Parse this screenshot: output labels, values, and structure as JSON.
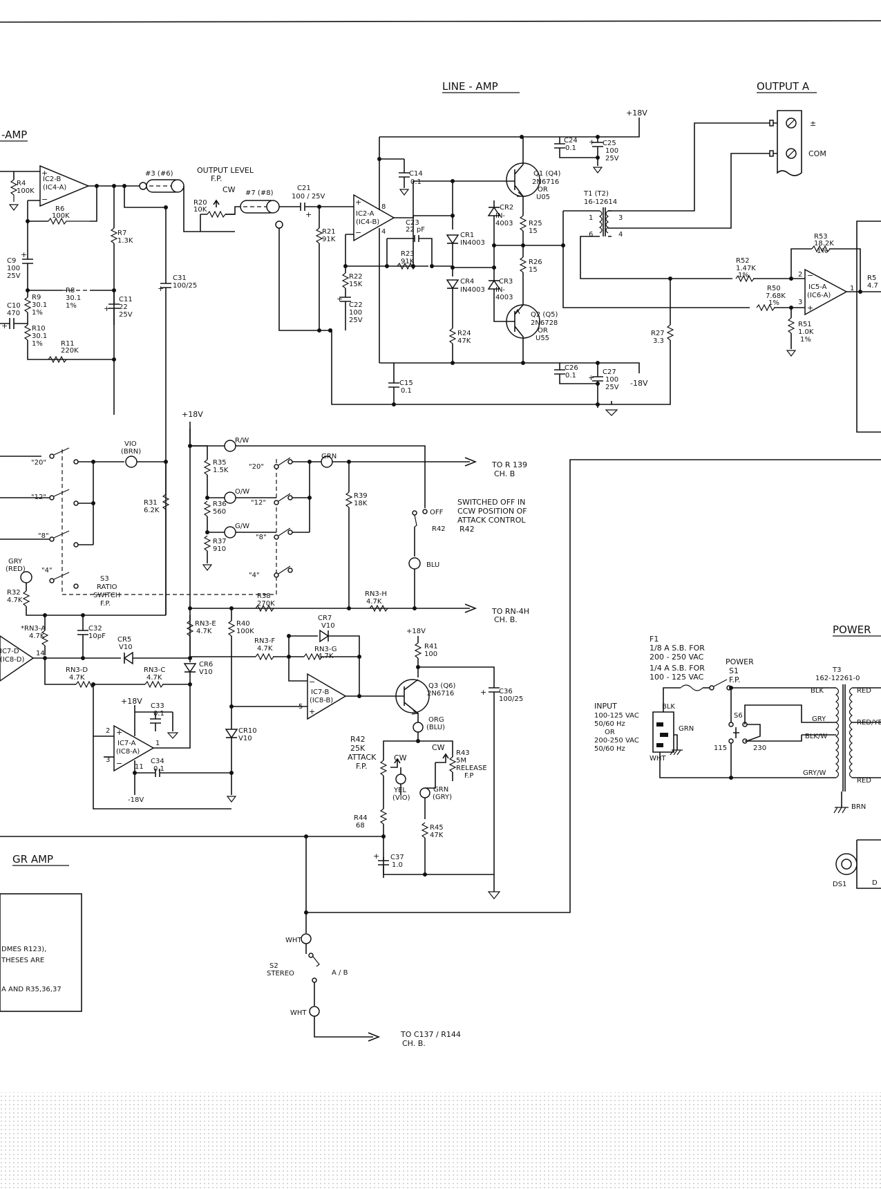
{
  "sections": {
    "pre_amp": "-AMP",
    "line_amp": "LINE - AMP",
    "output_a": "OUTPUT A",
    "gr_amp": "GR AMP",
    "power": "POWER"
  },
  "terminals": {
    "plus": "±",
    "com": "COM"
  },
  "notes": {
    "output_level": "OUTPUT LEVEL",
    "fp": "F.P.",
    "cw": "CW",
    "switched_off_1": "SWITCHED OFF IN",
    "switched_off_2": "CCW POSITION OF",
    "switched_off_3": "ATTACK CONTROL",
    "switched_off_4": "R42",
    "to_r139": "TO R 139",
    "ch_b": "CH. B",
    "to_rn4h": "TO RN-4H",
    "ch_b2": "CH. B.",
    "to_c137": "TO C137 / R144",
    "ch_b3": "CH. B.",
    "ratio_switch_1": "S3",
    "ratio_switch_2": "RATIO",
    "ratio_switch_3": "SWITCH",
    "ratio_switch_4": "F.P.",
    "stereo_1": "S2",
    "stereo_2": "STEREO",
    "ab": "A / B",
    "off": "OFF",
    "fuse_1": "F1",
    "fuse_2": "1/8 A  S.B. FOR",
    "fuse_3": "200 - 250 VAC",
    "fuse_4": "1/4 A  S.B. FOR",
    "fuse_5": "100 - 125 VAC",
    "power_sw_1": "POWER",
    "power_sw_2": "S1",
    "power_sw_3": "F.P.",
    "input_1": "INPUT",
    "input_2": "100-125 VAC",
    "input_3": "50/60 Hz",
    "input_4": "OR",
    "input_5": "200-250 VAC",
    "input_6": "50/60 Hz",
    "note_box_1": "DMES R123),",
    "note_box_2": "THESES ARE",
    "note_box_3": "A  AND  R35,36,37"
  },
  "rails": {
    "p18": "+18V",
    "m18": "-18V"
  },
  "wire_colors": {
    "rw": "R/W",
    "ow": "O/W",
    "gw": "G/W",
    "grn": "GRN",
    "blu": "BLU",
    "vio_brn": "VIO",
    "brn": "(BRN)",
    "gry_red_1": "GRY",
    "gry_red_2": "(RED)",
    "org": "ORG",
    "org_blu": "(BLU)",
    "yel": "YEL",
    "yel_vio": "(VIO)",
    "grn2": "GRN",
    "grn_gry": "(GRY)",
    "wht": "WHT",
    "wht2": "WHT",
    "blk": "BLK",
    "grn3": "GRN",
    "wht3": "WHT",
    "t_blk": "BLK",
    "t_gry": "GRY",
    "t_blkw": "BLK/W",
    "t_gryw": "GRY/W",
    "t_red": "RED",
    "t_redy": "RED/YE",
    "t_red2": "RED",
    "t_brn": "BRN"
  },
  "switch_positions": {
    "p20": "\"20\"",
    "p12": "\"12\"",
    "p8": "\"8\"",
    "p4": "\"4\"",
    "q20": "\"20\"",
    "q12": "\"12\"",
    "q8": "\"8\"",
    "q4": "\"4\"",
    "v115": "115",
    "v230": "230",
    "s6": "S6"
  },
  "connectors": {
    "c3": "#3 (#6)",
    "c7": "#7 (#8)"
  },
  "components": {
    "r4": [
      "R4",
      "100K"
    ],
    "ic2b": [
      "IC2-B",
      "(IC4-A)"
    ],
    "r6": [
      "R6",
      "100K"
    ],
    "r7": [
      "R7",
      "1.3K"
    ],
    "c9": [
      "C9",
      "100",
      "25V"
    ],
    "c10": [
      "C10",
      "470"
    ],
    "r9": [
      "R9",
      "30.1",
      "1%"
    ],
    "r8": [
      "R8",
      "30.1",
      "1%"
    ],
    "c11": [
      "C11",
      "22",
      "25V"
    ],
    "r10": [
      "R10",
      "30.1",
      "1%"
    ],
    "r11": [
      "R11",
      "220K"
    ],
    "r20": [
      "R20",
      "10K"
    ],
    "c21": [
      "C21",
      "100 / 25V"
    ],
    "c31": [
      "C31",
      "100/25"
    ],
    "r21": [
      "R21",
      "91K"
    ],
    "ic2a": [
      "IC2-A",
      "(IC4-B)"
    ],
    "c14": [
      "C14",
      "0.1"
    ],
    "c23": [
      "C23",
      "22 pF"
    ],
    "r23": [
      "R23",
      "91K"
    ],
    "r22": [
      "R22",
      "15K"
    ],
    "c22": [
      "C22",
      "100",
      "25V"
    ],
    "cr1": [
      "CR1",
      "IN4003"
    ],
    "cr4": [
      "CR4",
      "IN4003"
    ],
    "cr2": [
      "CR2",
      "IN-",
      "4003"
    ],
    "cr3": [
      "CR3",
      "IN-",
      "4003"
    ],
    "r25": [
      "R25",
      "15"
    ],
    "r26": [
      "R26",
      "15"
    ],
    "r24": [
      "R24",
      "47K"
    ],
    "q1": [
      "Q1 (Q4)",
      "2N6716",
      "OR",
      "U05"
    ],
    "q2": [
      "Q2 (Q5)",
      "2N6728",
      "OR",
      "U55"
    ],
    "c24": [
      "C24",
      "0.1"
    ],
    "c25": [
      "C25",
      "100",
      "25V"
    ],
    "c26": [
      "C26",
      "0.1"
    ],
    "c27": [
      "C27",
      "100",
      "25V"
    ],
    "c15": [
      "C15",
      "0.1"
    ],
    "t1": [
      "T1 (T2)",
      "16-12614"
    ],
    "r27": [
      "R27",
      "3.3"
    ],
    "r52": [
      "R52",
      "1.47K",
      "1%"
    ],
    "r53": [
      "R53",
      "18.2K",
      "1%"
    ],
    "r50": [
      "R50",
      "7.68K",
      "1%"
    ],
    "r51": [
      "R51",
      "1.0K",
      "1%"
    ],
    "ic5a": [
      "IC5-A",
      "(IC6-A)"
    ],
    "r5x": [
      "R5",
      "4.7"
    ],
    "r35": [
      "R35",
      "1.5K"
    ],
    "r36": [
      "R36",
      "560"
    ],
    "r37": [
      "R37",
      "910"
    ],
    "r39": [
      "R39",
      "18K"
    ],
    "r31": [
      "R31",
      "6.2K"
    ],
    "r32": [
      "R32",
      "4.7K"
    ],
    "rn3a": [
      "*RN3-A",
      "4.7K"
    ],
    "c32": [
      "C32",
      "10pF"
    ],
    "cr5": [
      "CR5",
      "V10"
    ],
    "ic7d": [
      "IC7-D",
      "(IC8-D)"
    ],
    "rn3d": [
      "RN3-D",
      "4.7K"
    ],
    "rn3c": [
      "RN3-C",
      "4.7K"
    ],
    "cr6": [
      "CR6",
      "V10"
    ],
    "rn3e": [
      "RN3-E",
      "4.7K"
    ],
    "r40": [
      "R40",
      "100K"
    ],
    "r38": [
      "R38",
      "270K"
    ],
    "rn3h": [
      "RN3-H",
      "4.7K"
    ],
    "cr7": [
      "CR7",
      "V10"
    ],
    "rn3g": [
      "RN3-G",
      "4.7K"
    ],
    "rn3f": [
      "RN3-F",
      "4.7K"
    ],
    "ic7b": [
      "IC7-B",
      "(IC8-B)"
    ],
    "c33": [
      "C33",
      "0.1"
    ],
    "ic7a": [
      "IC7-A",
      "(IC8-A)"
    ],
    "c34": [
      "C34",
      "0.1"
    ],
    "cr10": [
      "CR10",
      "V10"
    ],
    "r41": [
      "R41",
      "100"
    ],
    "q3": [
      "Q3 (Q6)",
      "2N6716"
    ],
    "c36": [
      "C36",
      "100/25"
    ],
    "r42": [
      "R42",
      "25K",
      "ATTACK",
      "F.P."
    ],
    "r43": [
      "R43",
      "5M",
      "RELEASE",
      "F.P"
    ],
    "r44": [
      "R44",
      "68"
    ],
    "r45": [
      "R45",
      "47K"
    ],
    "c37": [
      "C37",
      "1.0"
    ],
    "t3": [
      "T3",
      "162-12261-0"
    ],
    "ds1": [
      "DS1",
      "D"
    ]
  }
}
